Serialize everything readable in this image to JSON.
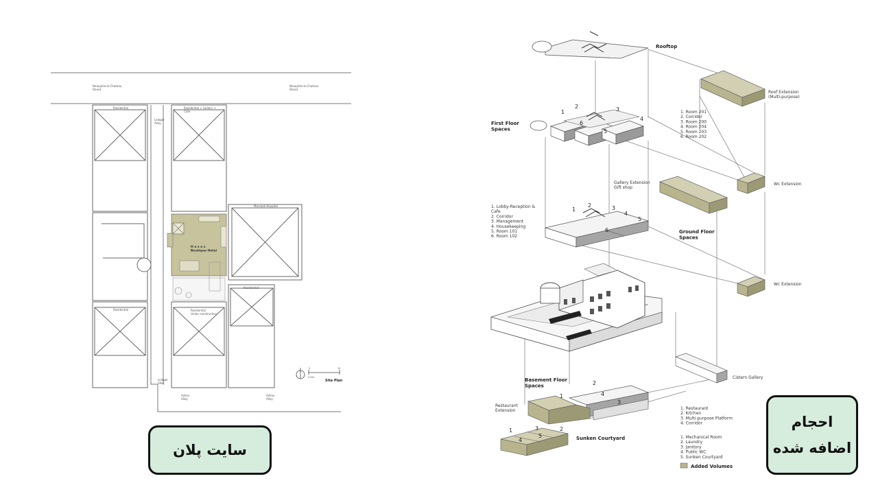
{
  "labels": {
    "site_plan": "سایت پلان",
    "added_volumes_line1": "احجام",
    "added_volumes_line2": "اضافه شده"
  },
  "site_plan": {
    "streets": {
      "top_left": "Neauphle-le-Chateau\nStreet",
      "top_right": "Neauphle-le-Chateau\nStreet",
      "bottom_left": "Azhan\nAlley",
      "bottom_right": "Azhan\nAlley"
    },
    "alleys": {
      "top": "Lolagar\nAlley",
      "bottom": "Lolagar\nAlley"
    },
    "buildings": {
      "residential_top": "Residential",
      "residential_gallery_cafe": "Residential + Gallery +\nCafe",
      "marvasti_hospital": "Marvasti Hospital",
      "residential_mid": "Residential",
      "residential_bottom_left": "Residential",
      "residential_under_construction": "Residential\nUnder construction"
    },
    "hotel_name": "H a s a s\nBoutique Hotel",
    "scale": {
      "zero": "0",
      "ten": "10",
      "ratio": "1:500"
    },
    "plan_title": "Site Plan"
  },
  "axonometric": {
    "rooftop": "Rooftop",
    "roof_extension": "Roof Extension\n(Multi-purpose)",
    "first_floor": {
      "title": "First Floor\nSpaces",
      "rooms": [
        "1. Room 201",
        "2. Corridor",
        "3. Room 200",
        "4. Room 204",
        "5. Room 203",
        "6. Room 202"
      ],
      "numbers": [
        "1",
        "2",
        "3",
        "4",
        "5",
        "6"
      ]
    },
    "wc_extension_top": "Wc Extension",
    "gallery_extension": "Gallery Extension\nGift shop",
    "ground_floor": {
      "title": "Ground Floor\nSpaces",
      "rooms": [
        "1. Lobby-Reception &",
        "Cafe",
        "2. Corridor",
        "3. Management",
        "4. Housekeeping",
        "5. Room 101",
        "6. Room 102"
      ],
      "numbers": [
        "1",
        "2",
        "3",
        "4",
        "5",
        "6"
      ]
    },
    "wc_extension_bottom": "Wc Extension",
    "cistern_gallery": "Cistern Gallery",
    "basement": {
      "title": "Basement Floor\nSpaces",
      "rooms": [
        "1. Restaurant",
        "2. Kitchen",
        "3. Multi-purpose Platform",
        "4. Corridor"
      ],
      "numbers": [
        "1",
        "2",
        "3",
        "4"
      ]
    },
    "restaurant_extension": "Restaurant\nExtension",
    "sunken_courtyard": {
      "title": "Sunken Courtyard",
      "rooms": [
        "1. Mechanical Room",
        "2. Laundry",
        "3. Janitory",
        "4. Public WC",
        "5. Sunken Courtyard"
      ],
      "numbers": [
        "1",
        "2",
        "3",
        "4",
        "5"
      ]
    },
    "legend": "Added Volumes"
  },
  "colors": {
    "added_volume": "#b8b58e",
    "label_fill": "#d6ecdd",
    "line": "#6b6b6b"
  }
}
